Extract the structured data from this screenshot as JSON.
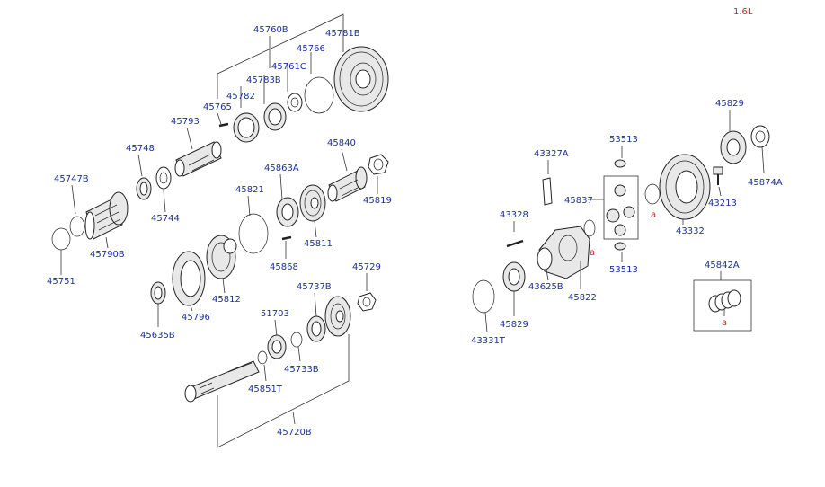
{
  "version_label": "1.6L",
  "labels": {
    "p45760B": "45760B",
    "p45781B": "45781B",
    "p45766": "45766",
    "p45761C": "45761C",
    "p45783B": "45783B",
    "p45782": "45782",
    "p45765": "45765",
    "p45793": "45793",
    "p45748": "45748",
    "p45747B": "45747B",
    "p45744": "45744",
    "p45790B": "45790B",
    "p45751": "45751",
    "p45840": "45840",
    "p45819": "45819",
    "p45863A": "45863A",
    "p45821": "45821",
    "p45811": "45811",
    "p45868": "45868",
    "p45812": "45812",
    "p45796": "45796",
    "p45635B": "45635B",
    "p45729": "45729",
    "p45737B": "45737B",
    "p51703": "51703",
    "p45733B": "45733B",
    "p45851T": "45851T",
    "p45720B": "45720B",
    "p53513_top": "53513",
    "p43327A": "43327A",
    "p45829_top": "45829",
    "p45874A": "45874A",
    "p45837": "45837",
    "p43213": "43213",
    "p43332": "43332",
    "p43328": "43328",
    "p53513_bottom": "53513",
    "p45842A": "45842A",
    "p43625B": "43625B",
    "p45822": "45822",
    "p45829_bottom": "45829",
    "p43331T": "43331T",
    "ref_a_1": "a",
    "ref_a_2": "a",
    "ref_a_3": "a"
  },
  "colors": {
    "label": "#1a2fa0",
    "reference": "#cc2222",
    "line": "#333333"
  }
}
